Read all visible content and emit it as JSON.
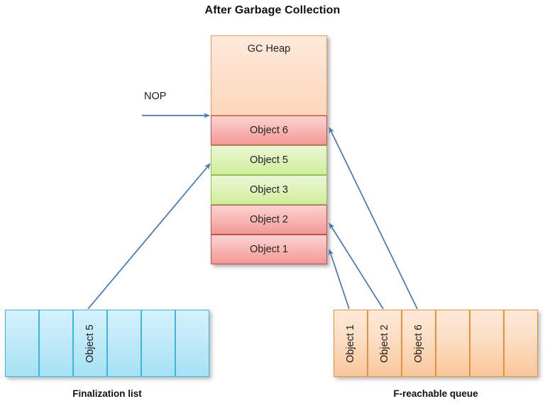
{
  "title": "After Garbage Collection",
  "annotation": {
    "nop_label": "NOP"
  },
  "heap": {
    "header": "GC Heap",
    "cells": [
      {
        "label": "Object 6",
        "state": "red"
      },
      {
        "label": "Object 5",
        "state": "green"
      },
      {
        "label": "Object 3",
        "state": "green"
      },
      {
        "label": "Object 2",
        "state": "red"
      },
      {
        "label": "Object 1",
        "state": "red"
      }
    ]
  },
  "finalization_list": {
    "caption": "Finalization list",
    "cells": [
      {
        "label": ""
      },
      {
        "label": ""
      },
      {
        "label": "Object 5"
      },
      {
        "label": ""
      },
      {
        "label": ""
      },
      {
        "label": ""
      }
    ]
  },
  "f_reachable_queue": {
    "caption": "F-reachable queue",
    "cells": [
      {
        "label": "Object 1"
      },
      {
        "label": "Object 2"
      },
      {
        "label": "Object 6"
      },
      {
        "label": ""
      },
      {
        "label": ""
      },
      {
        "label": ""
      }
    ]
  },
  "colors": {
    "arrow": "#4677b4",
    "heap_fill": "#fde0cc",
    "heap_border": "#ed9d5c",
    "object_alive": "#cdee97",
    "object_alive_border": "#9bbb59",
    "object_dead": "#f8b3b0",
    "object_dead_border": "#c0504d",
    "finalization_fill": "#bfeaf8",
    "finalization_border": "#3eb5dd",
    "queue_fill": "#fbdcc0",
    "queue_border": "#e8903c",
    "title_text": "#111111"
  }
}
